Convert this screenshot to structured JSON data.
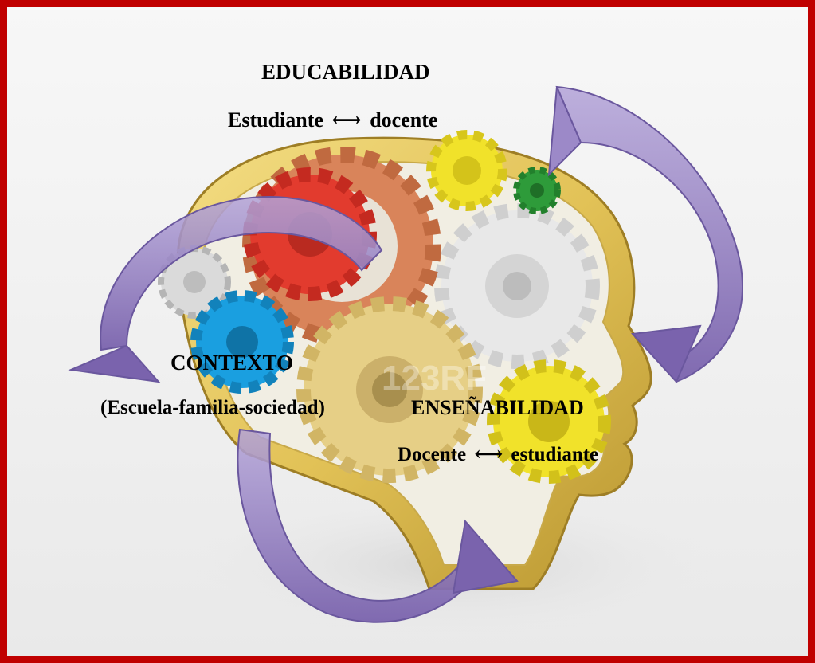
{
  "colors": {
    "frame_border": "#c00000",
    "head": "#e2c257",
    "head_dark": "#a9882c",
    "gear_red": "#e23b2e",
    "gear_orange": "#d9845a",
    "gear_yellow": "#f1e22a",
    "gear_green": "#2e9b3a",
    "gear_blue": "#1a9fe0",
    "gear_white": "#e6e6e6",
    "arrow_fill": "#8a74b8",
    "arrow_stroke": "#6a579e"
  },
  "labels": {
    "educabilidad": "EDUCABILIDAD",
    "estudiante": "Estudiante",
    "docente": "docente",
    "contexto": "CONTEXTO",
    "contexto_sub": "(Escuela-familia-sociedad)",
    "ensenabilidad": "ENSEÑABILIDAD",
    "docente_cap": "Docente",
    "estudiante_lower": "estudiante",
    "watermark": "123RF"
  },
  "icons": {
    "bidirectional_arrow": "left-right-arrow",
    "cycle_arrow": "curved-arrow"
  }
}
